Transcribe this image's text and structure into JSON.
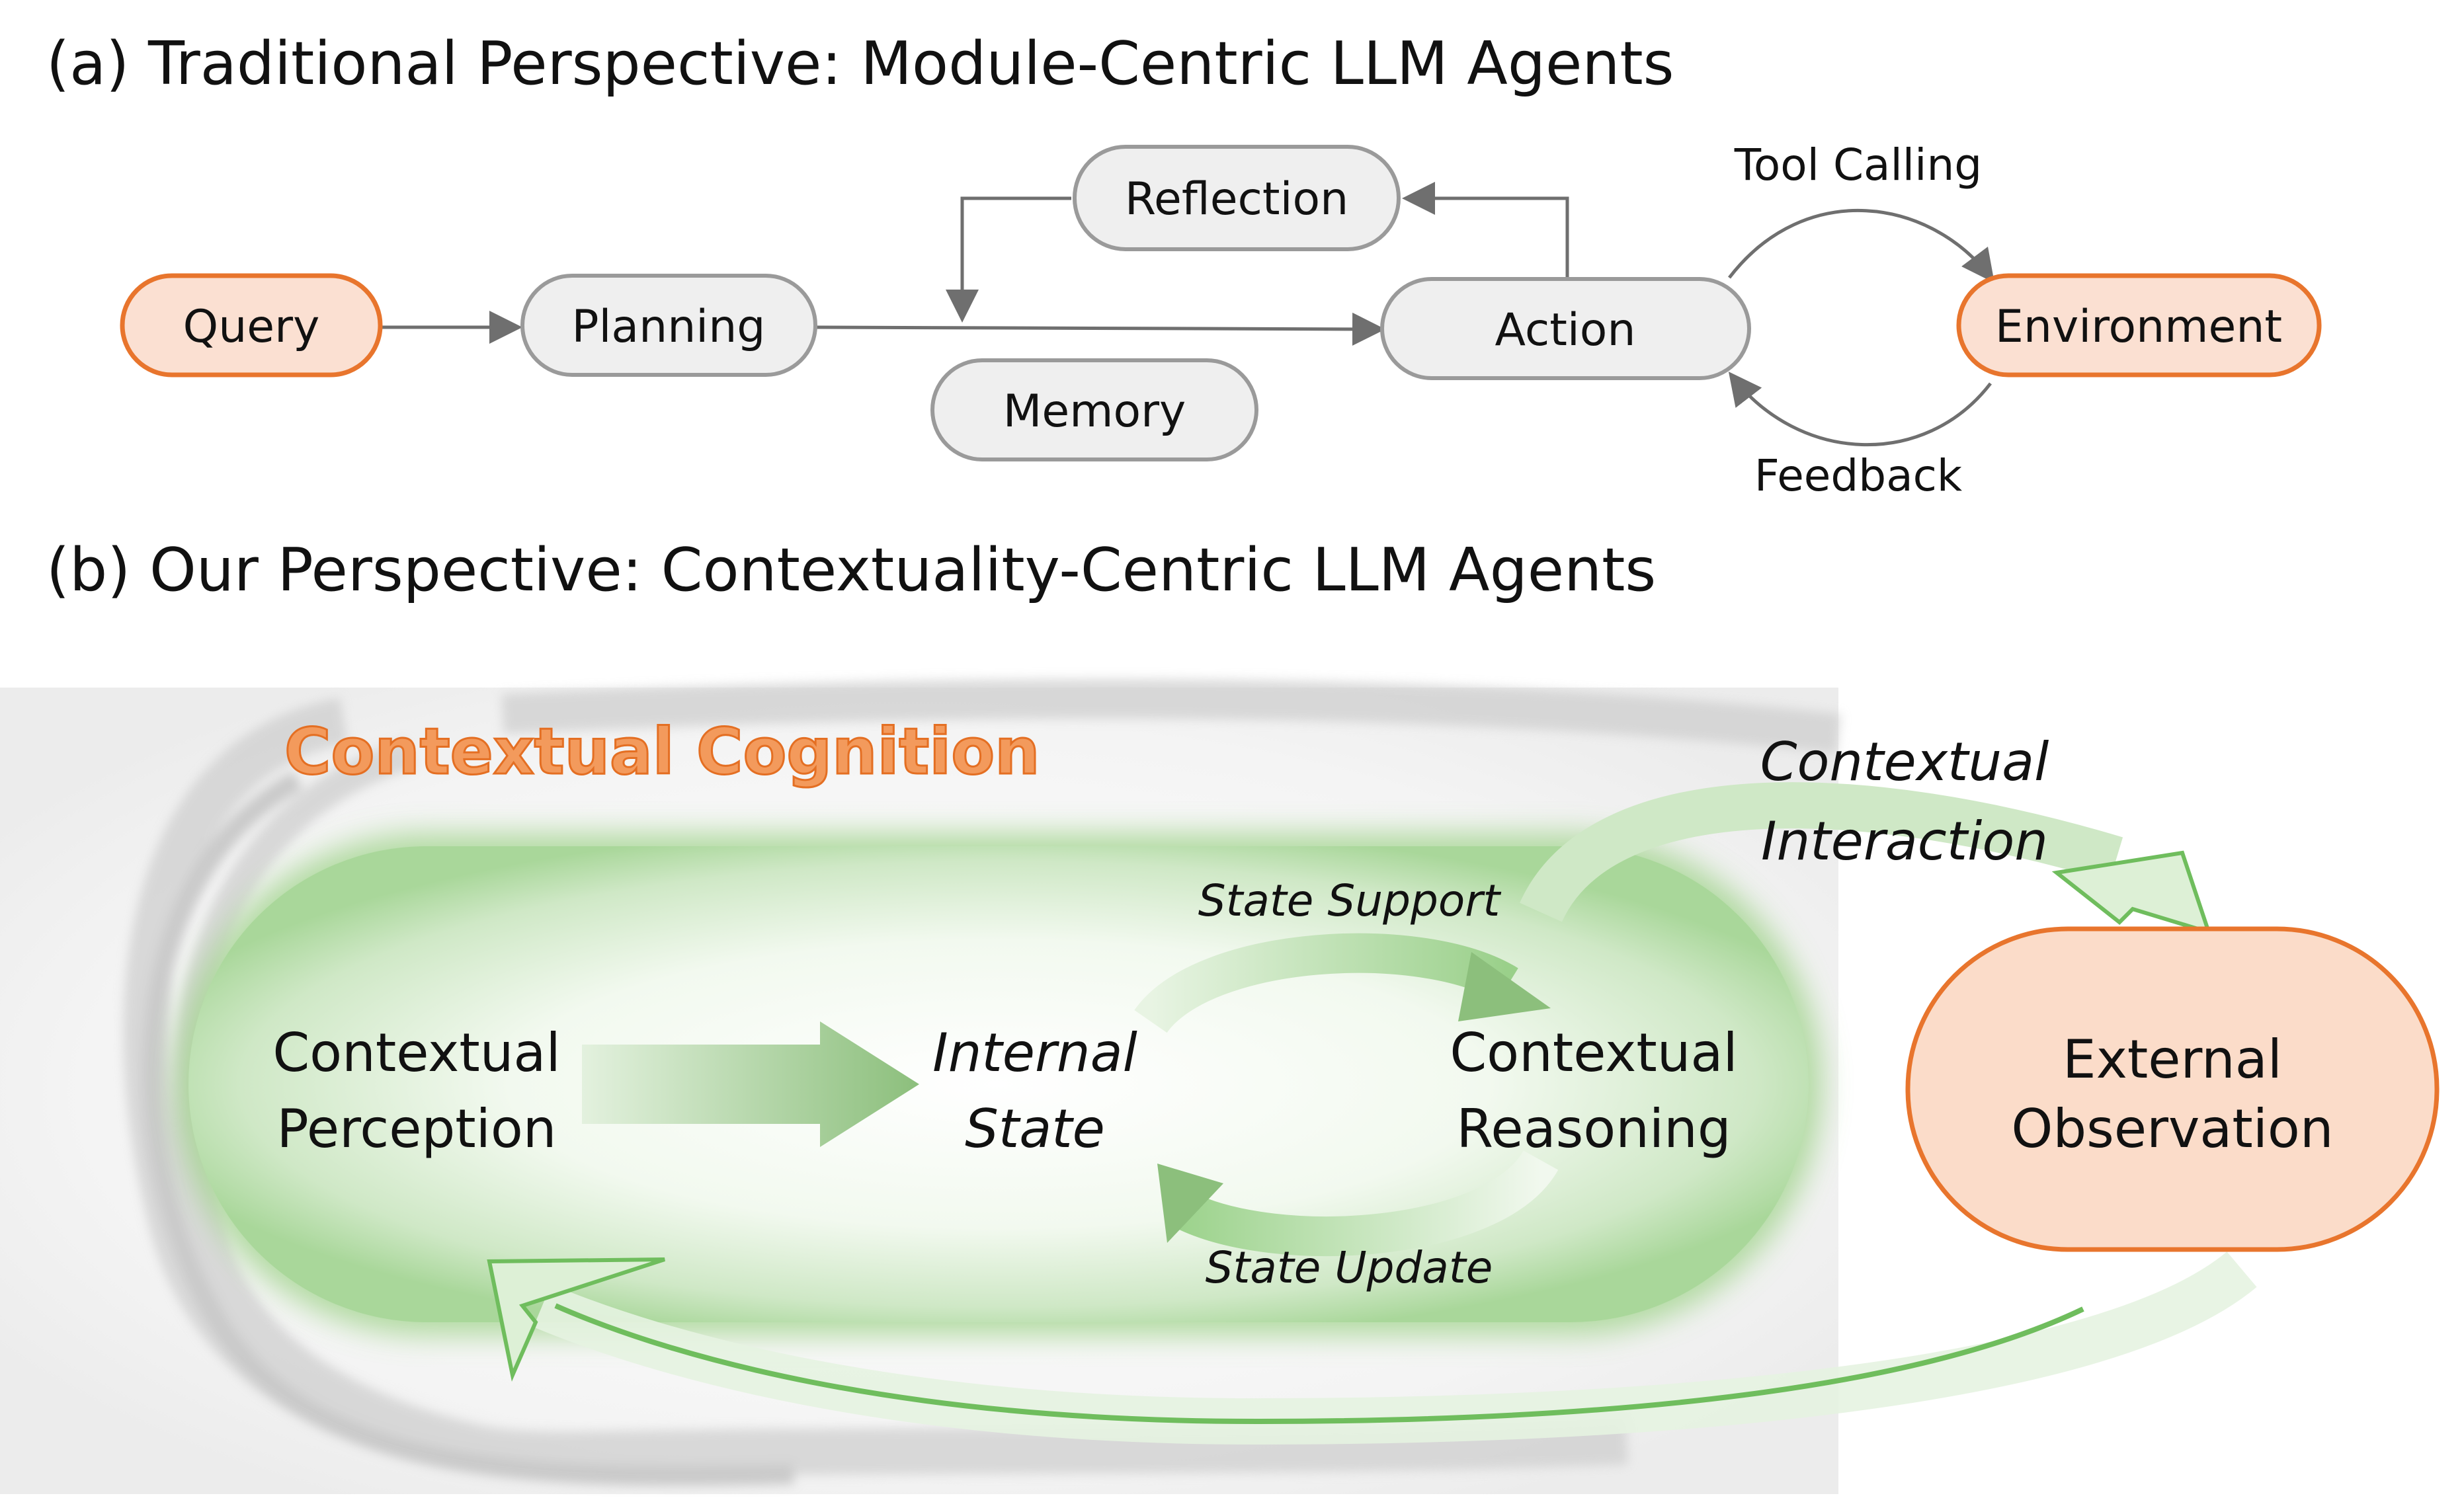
{
  "sections": {
    "a_title": "(a) Traditional Perspective: Module-Centric LLM Agents",
    "b_title": "(b) Our Perspective: Contextuality-Centric LLM Agents"
  },
  "traditional": {
    "query": "Query",
    "planning": "Planning",
    "reflection": "Reflection",
    "memory": "Memory",
    "action": "Action",
    "environment": "Environment",
    "tool_calling": "Tool Calling",
    "feedback": "Feedback"
  },
  "contextual": {
    "cognition_title": "Contextual Cognition",
    "perception_line1": "Contextual",
    "perception_line2": "Perception",
    "state_line1": "Internal",
    "state_line2": "State",
    "reasoning_line1": "Contextual",
    "reasoning_line2": "Reasoning",
    "state_support": "State Support",
    "state_update": "State Update",
    "interaction_line1": "Contextual",
    "interaction_line2": "Interaction",
    "observation_line1": "External",
    "observation_line2": "Observation"
  },
  "colors": {
    "orange_stroke": "#e8752d",
    "orange_fill": "#fbe0d2",
    "gray_stroke": "#9a9a9a",
    "gray_fill": "#efefef",
    "green_main": "#7cc36b",
    "green_light": "#d7edd0"
  }
}
